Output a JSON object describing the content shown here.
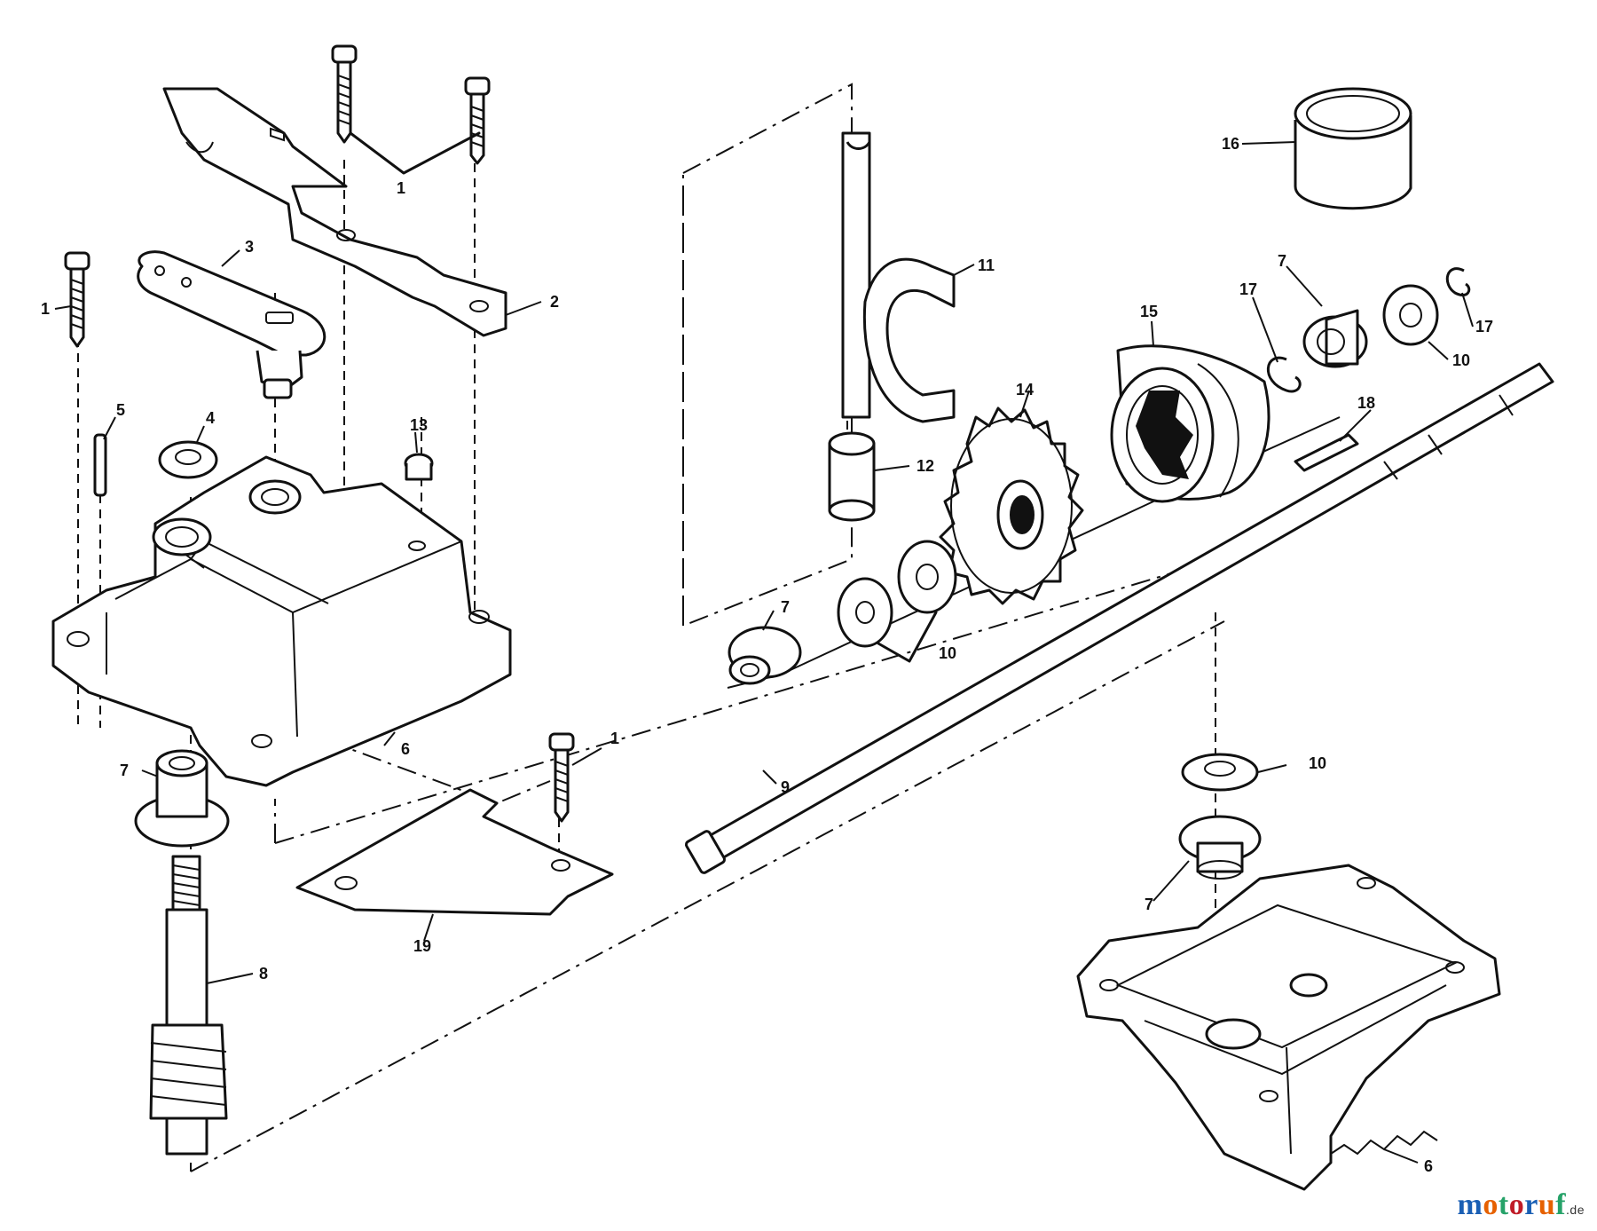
{
  "callouts": {
    "c1a": "1",
    "c1b": "1",
    "c1c": "1",
    "c2": "2",
    "c3": "3",
    "c4": "4",
    "c5": "5",
    "c6a": "6",
    "c6b": "6",
    "c7a": "7",
    "c7b": "7",
    "c7c": "7",
    "c7d": "7",
    "c8": "8",
    "c9": "9",
    "c10a": "10",
    "c10b": "10",
    "c10c": "10",
    "c11": "11",
    "c12": "12",
    "c13": "13",
    "c14": "14",
    "c15": "15",
    "c16": "16",
    "c17a": "17",
    "c17b": "17",
    "c18": "18",
    "c19": "19"
  },
  "watermark": {
    "logo_text": "motoruf",
    "tld": ".de",
    "colors": [
      "#1a5fb4",
      "#e66100",
      "#26a269",
      "#c01c28"
    ]
  }
}
